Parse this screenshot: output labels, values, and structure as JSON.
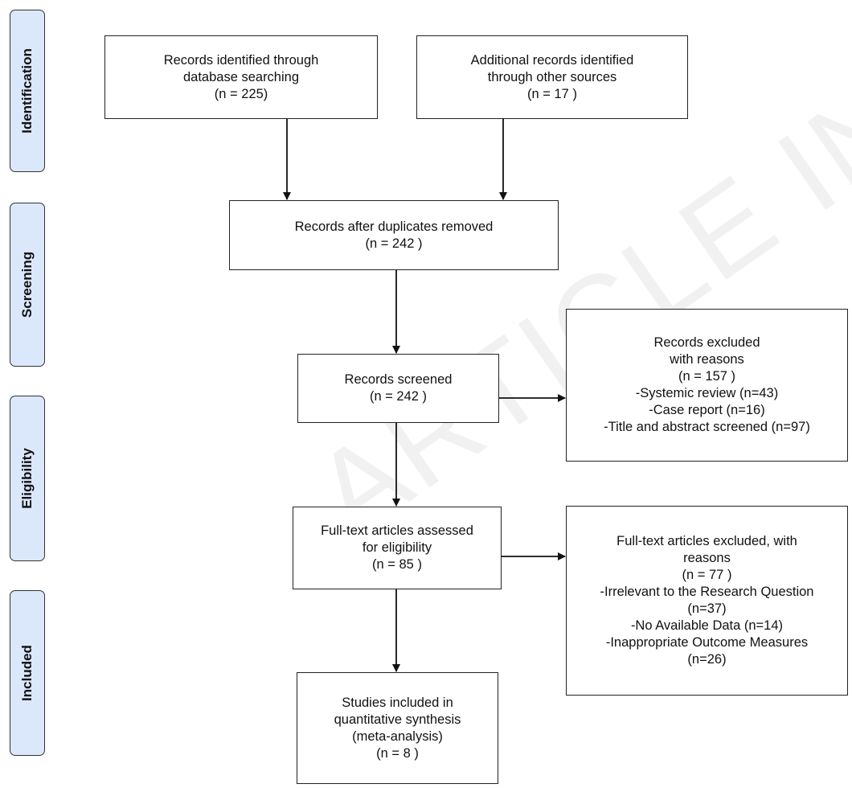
{
  "stages": {
    "identification": "Identification",
    "screening": "Screening",
    "eligibility": "Eligibility",
    "included": "Included"
  },
  "boxes": {
    "database": [
      "Records identified through",
      "database searching",
      "(n =  225)"
    ],
    "other_sources": [
      "Additional records identified",
      "through other sources",
      "(n =  17 )"
    ],
    "duplicates_removed": [
      "Records after duplicates removed",
      "(n =  242 )"
    ],
    "screened": [
      "Records screened",
      "(n =  242 )"
    ],
    "excluded": [
      "Records excluded",
      "with reasons",
      "(n =  157 )",
      "-Systemic review (n=43)",
      "-Case report (n=16)",
      "-Title and abstract screened (n=97)"
    ],
    "fulltext_assessed": [
      "Full-text articles assessed",
      "for eligibility",
      "(n =  85 )"
    ],
    "fulltext_excluded": [
      "Full-text articles excluded, with",
      "reasons",
      "(n =  77 )",
      "-Irrelevant to the Research Question",
      "(n=37)",
      "-No Available Data (n=14)",
      "-Inappropriate Outcome Measures",
      "(n=26)"
    ],
    "included": [
      "Studies included in",
      "quantitative synthesis",
      "(meta-analysis)",
      "(n =  8 )"
    ]
  },
  "watermark": "ARTICLE IN PRESS"
}
